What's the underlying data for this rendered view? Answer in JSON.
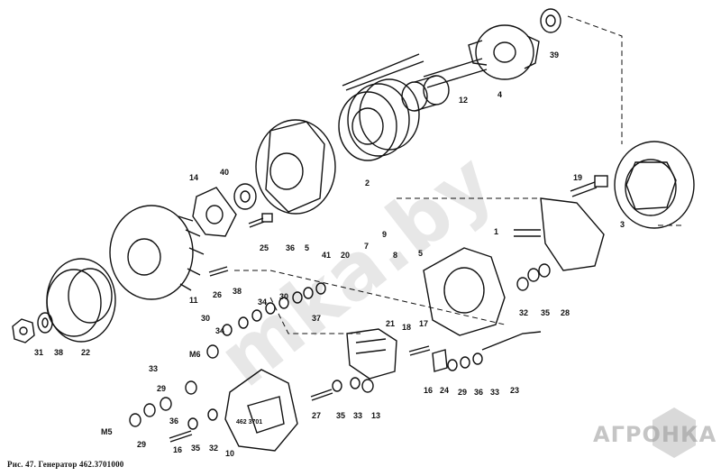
{
  "caption": "Рис. 47. Генератор 462.3701000",
  "watermark": "mka.by",
  "logo": "АГРОНКА",
  "stamp_text": "462 3701",
  "labels": {
    "l39": "39",
    "l4": "4",
    "l12": "12",
    "l2": "2",
    "l3": "3",
    "l19": "19",
    "l14": "14",
    "l40": "40",
    "l25": "25",
    "l36a": "36",
    "l5a": "5",
    "l41": "41",
    "l20": "20",
    "l9": "9",
    "l7": "7",
    "l8": "8",
    "l1": "1",
    "l5b": "5",
    "l11": "11",
    "l26": "26",
    "l38a": "38",
    "l34a": "34",
    "l30a": "30",
    "l37": "37",
    "l30b": "30",
    "l34b": "34",
    "l6m": "M6",
    "l31": "31",
    "l38b": "38",
    "l22": "22",
    "l21": "21",
    "l18": "18",
    "l17": "17",
    "l32a": "32",
    "l35a": "35",
    "l28": "28",
    "l33a": "33",
    "l29a": "29",
    "l36b": "36",
    "l5m": "M5",
    "l29b": "29",
    "l16a": "16",
    "l35b": "35",
    "l32b": "32",
    "l10": "10",
    "l27": "27",
    "l35c": "35",
    "l33b": "33",
    "l13": "13",
    "l16b": "16",
    "l24": "24",
    "l29c": "29",
    "l36c": "36",
    "l33c": "33",
    "l23": "23"
  }
}
